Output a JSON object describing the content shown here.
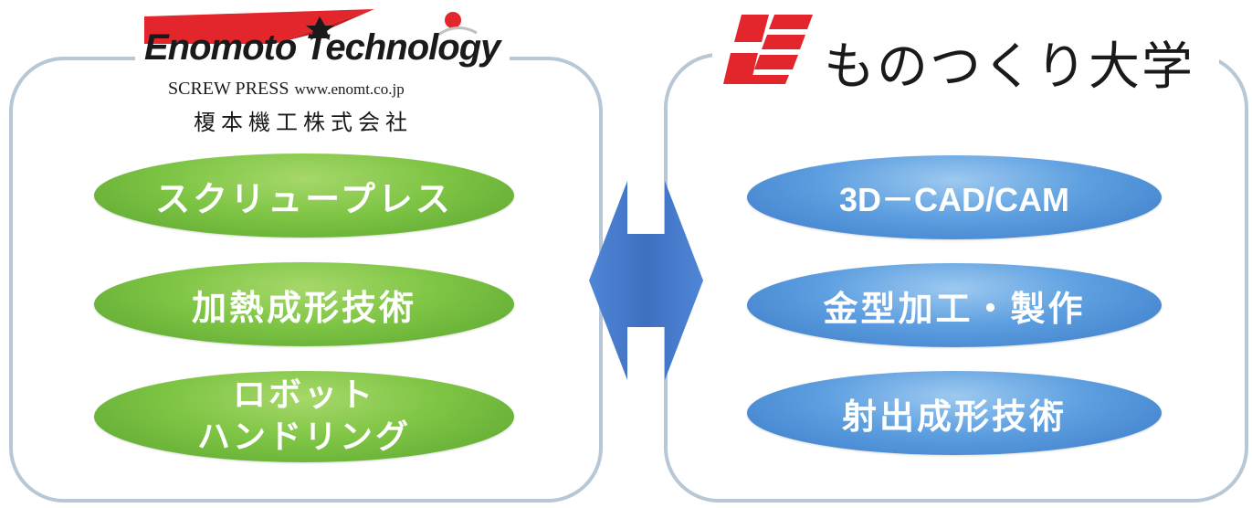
{
  "left_org": {
    "logo_name": "Enomoto Technology",
    "logo_product": "SCREW PRESS",
    "logo_url": "www.enomt.co.jp",
    "company_name": "榎本機工株式会社",
    "items": [
      {
        "lines": [
          "スクリュープレス"
        ]
      },
      {
        "lines": [
          "加熱成形技術"
        ]
      },
      {
        "lines": [
          "ロボット",
          "ハンドリング"
        ]
      }
    ]
  },
  "right_org": {
    "logo_name": "ものつくり大学",
    "items": [
      {
        "lines": [
          "3D－CAD/CAM"
        ]
      },
      {
        "lines": [
          "金型加工・製作"
        ]
      },
      {
        "lines": [
          "射出成形技術"
        ]
      }
    ]
  },
  "colors": {
    "panel_border": "#b8c7d6",
    "green_pill": "#7fc545",
    "blue_pill": "#5d9fe0",
    "arrow": "#3f6fc0",
    "logo_red": "#e3262b"
  },
  "icons": {
    "connector": "double-arrow-horizontal",
    "enomoto_mark": "star-swoosh",
    "monotsukuri_mark": "stylized-if-mark"
  }
}
